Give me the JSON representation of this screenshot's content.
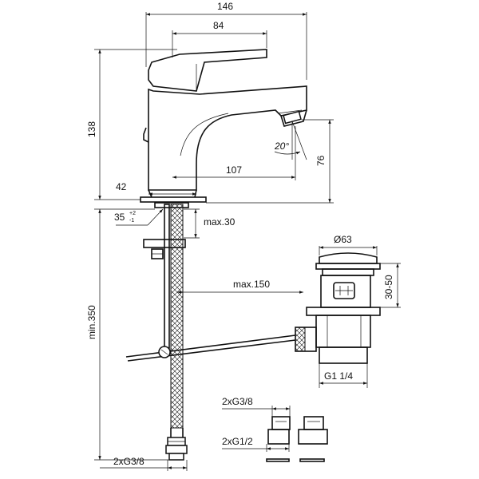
{
  "dimensions": {
    "width_overall": "146",
    "lever_width": "84",
    "height_total": "138",
    "spout_reach": "107",
    "spout_height": "76",
    "base_offset": "42",
    "spray_angle": "20°",
    "hole_diameter": "35",
    "hole_tol_plus": "+2",
    "hole_tol_minus": "-1",
    "deck_thickness": "max.30",
    "rod_length": "max.150",
    "hose_length": "min.350",
    "hose_connection": "2xG3/8",
    "waste_diameter": "Ø63",
    "waste_height": "30-50",
    "waste_thread": "G1 1/4",
    "adapter_top_label": "2xG3/8",
    "adapter_bottom_label": "2xG1/2"
  }
}
